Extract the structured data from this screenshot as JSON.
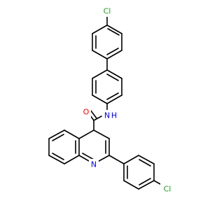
{
  "atoms": {
    "cl_top": {
      "text": "Cl",
      "color": "#1fa01f"
    },
    "o": {
      "text": "O",
      "color": "#ff0000"
    },
    "nh": {
      "text": "N",
      "h": "H",
      "color": "#0000ff"
    },
    "n_ring": {
      "text": "N",
      "color": "#0000ff"
    },
    "cl_bottom": {
      "text": "Cl",
      "color": "#1fa01f"
    }
  }
}
